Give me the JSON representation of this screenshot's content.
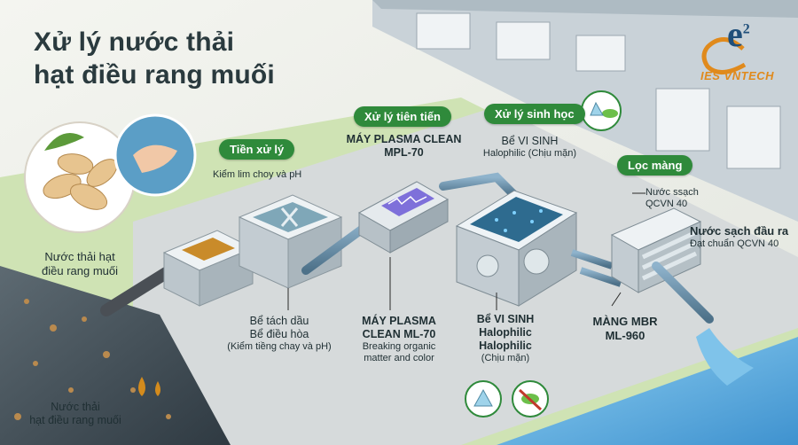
{
  "title": {
    "line1": "Xử lý nước thải",
    "line2": "hạt điều rang muối"
  },
  "logo": {
    "brand": "IES VNTECH",
    "mark": "e",
    "superscript": "2"
  },
  "stages": {
    "pretreat": {
      "tag": "Tiền xử lý",
      "note": "Kiểm lim choy và pH"
    },
    "advanced": {
      "tag": "Xử lý tiên tiến",
      "name_line1": "MÁY PLASMA CLEAN",
      "name_line2": "MPL-70"
    },
    "biological": {
      "tag": "Xử lý sinh học",
      "name": "Bể VI SINH",
      "sub": "Halophilic (Chịu mặn)"
    },
    "membrane": {
      "tag": "Lọc màng",
      "clean_water_line1": "Nước ssạch",
      "clean_water_line2": "QCVN 40"
    }
  },
  "labels": {
    "inflow_line1": "Nước thải hạt",
    "inflow_line2": "điều rang muối",
    "outflow_title": "Nước sạch đầu ra",
    "outflow_sub": "Đạt chuẩn QCVN 40",
    "tank_line1": "Bể tách dầu",
    "tank_line2": "Bể điều hòa",
    "tank_sub": "(Kiểm tiềng chay và pH)",
    "plasma_line1": "MÁY PLASMA",
    "plasma_line2": "CLEAN ML-70",
    "plasma_sub1": "Breaking organic",
    "plasma_sub2": "matter and color",
    "bio_line1": "Bể VI SINH",
    "bio_line2": "Halophilic",
    "bio_line3": "Halophilic",
    "bio_sub": "(Chịu mặn)",
    "mbr_line1": "MÀNG MBR",
    "mbr_line2": "ML-960",
    "river_line1": "Nước thải",
    "river_line2": "hạt điều rang muối"
  },
  "colors": {
    "accent_green": "#2f8a3b",
    "logo_orange": "#e08a1c",
    "water_blue": "#4fa3d9",
    "pipe": "#5f7f95"
  }
}
